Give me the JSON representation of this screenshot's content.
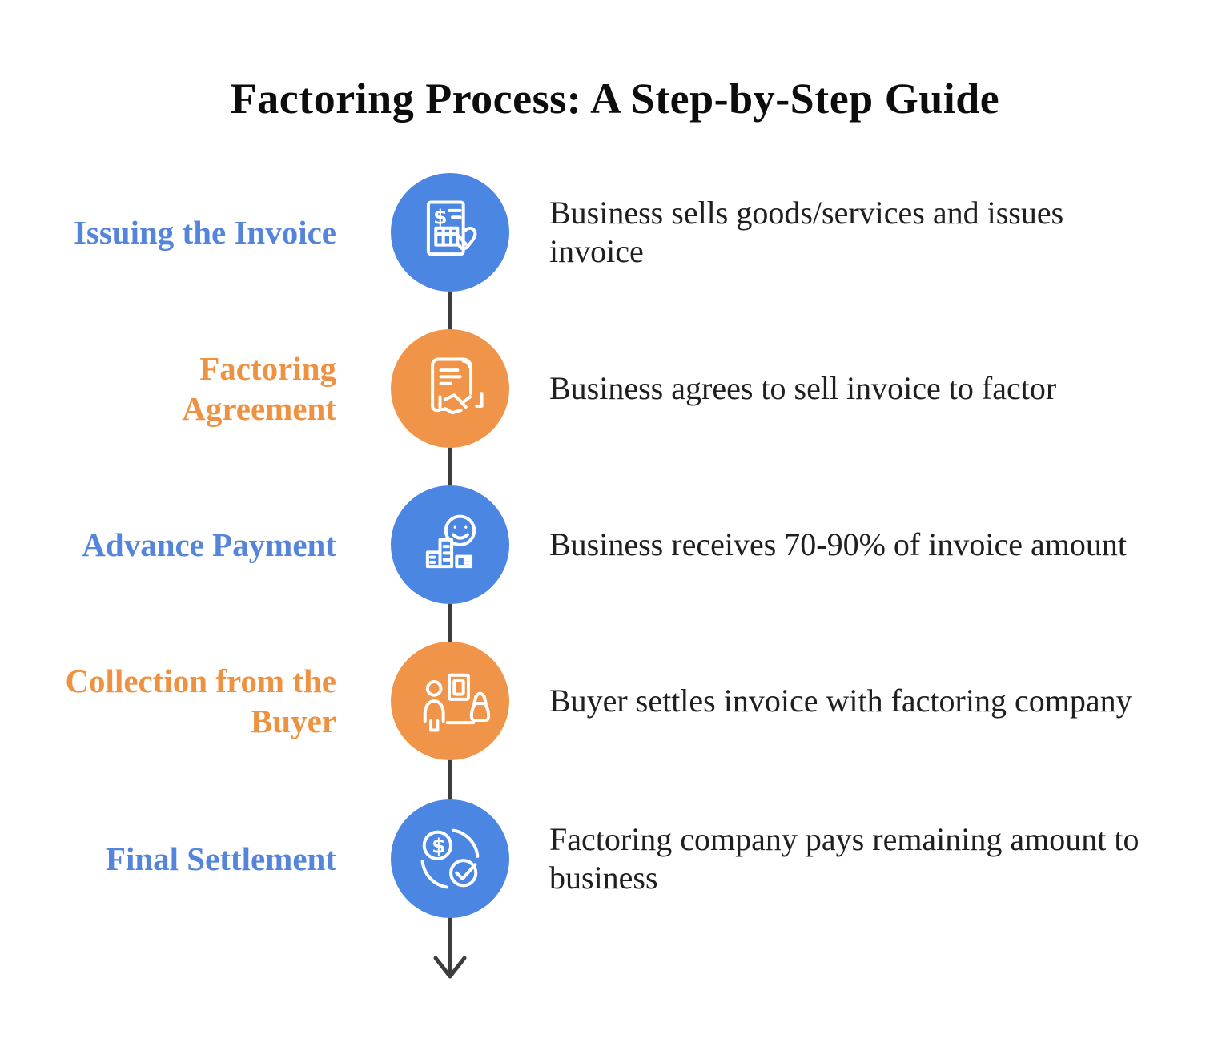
{
  "title": "Factoring Process: A Step-by-Step Guide",
  "colors": {
    "step_blue": "#4a86e2",
    "step_orange": "#f0944a",
    "label_blue": "#5585db",
    "label_orange": "#ee9140",
    "description_text": "#1f1f1f",
    "connector_line": "#3d3d3d",
    "background": "#ffffff"
  },
  "steps": [
    {
      "label": "Issuing the Invoice",
      "description": "Business sells goods/services and issues invoice",
      "color": "blue",
      "icon": "invoice-hand-icon"
    },
    {
      "label": "Factoring Agreement",
      "description": "Business agrees to sell invoice to factor",
      "color": "orange",
      "icon": "contract-handshake-icon"
    },
    {
      "label": "Advance Payment",
      "description": "Business receives 70-90% of invoice amount",
      "color": "blue",
      "icon": "receipt-smiley-icon"
    },
    {
      "label": "Collection from the Buyer",
      "description": "Buyer settles invoice with factoring company",
      "color": "orange",
      "icon": "buyer-payment-icon"
    },
    {
      "label": "Final Settlement",
      "description": "Factoring company pays remaining amount to business",
      "color": "blue",
      "icon": "money-cycle-check-icon"
    }
  ]
}
